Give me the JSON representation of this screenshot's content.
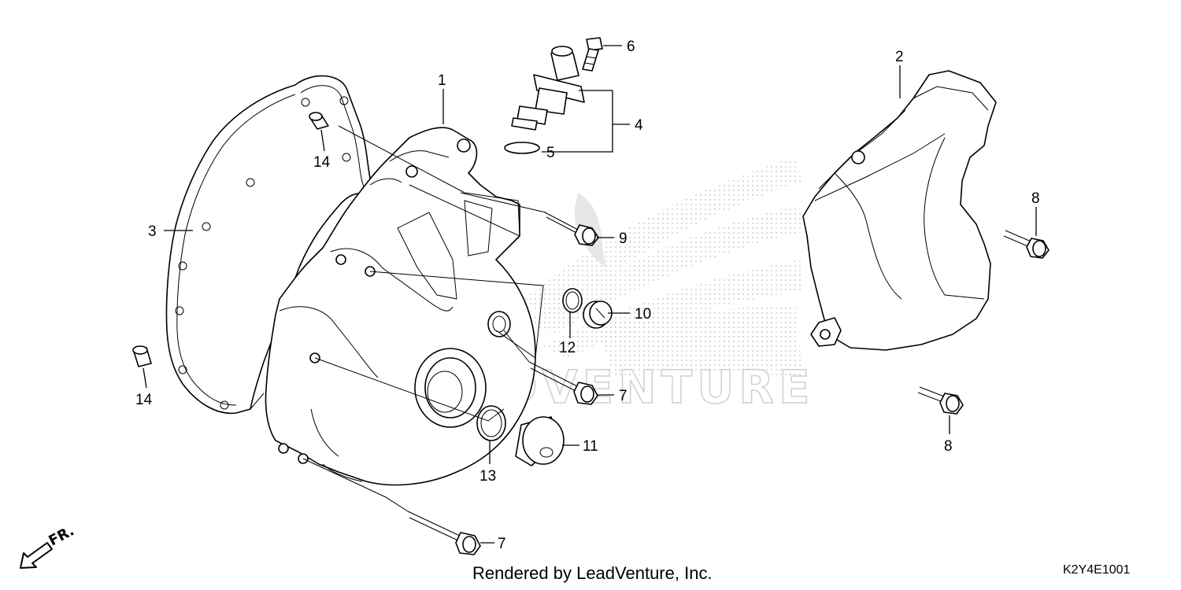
{
  "diagram": {
    "callouts": [
      {
        "id": "1",
        "label": "1"
      },
      {
        "id": "2",
        "label": "2"
      },
      {
        "id": "3",
        "label": "3"
      },
      {
        "id": "4",
        "label": "4"
      },
      {
        "id": "5",
        "label": "5"
      },
      {
        "id": "6",
        "label": "6"
      },
      {
        "id": "7a",
        "label": "7"
      },
      {
        "id": "7b",
        "label": "7"
      },
      {
        "id": "8a",
        "label": "8"
      },
      {
        "id": "8b",
        "label": "8"
      },
      {
        "id": "9",
        "label": "9"
      },
      {
        "id": "10",
        "label": "10"
      },
      {
        "id": "11",
        "label": "11"
      },
      {
        "id": "12",
        "label": "12"
      },
      {
        "id": "13",
        "label": "13"
      },
      {
        "id": "14a",
        "label": "14"
      },
      {
        "id": "14b",
        "label": "14"
      }
    ],
    "watermark": "LEADVENTURE",
    "direction_label": "FR.",
    "footer": "Rendered by LeadVenture, Inc.",
    "diagram_code": "K2Y4E1001"
  }
}
